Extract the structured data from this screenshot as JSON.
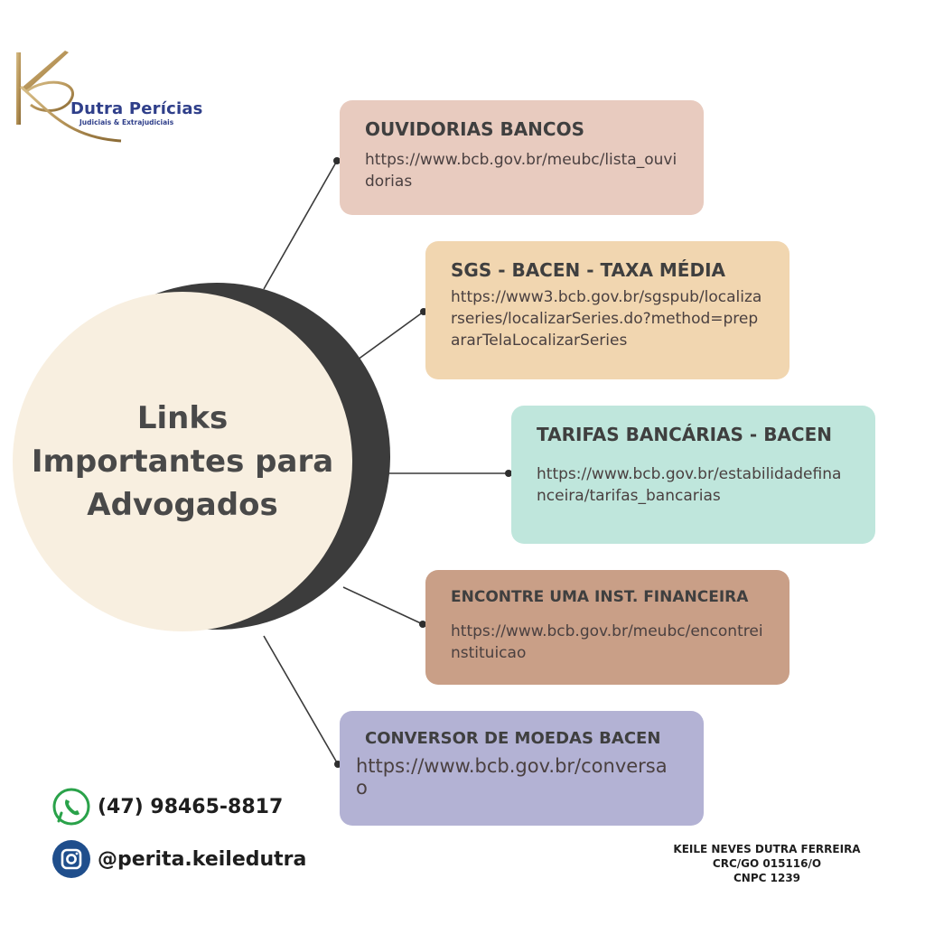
{
  "logo": {
    "name": "Dutra Perícias",
    "tagline": "Judiciais & Extrajudiciais",
    "icon": "kd-monogram-logo",
    "gold": "#b8965a"
  },
  "main": {
    "title": "Links Importantes para Advogados",
    "circle_color": "#f8efe0",
    "crescent_color": "#3c3c3c"
  },
  "links": [
    {
      "title": "OUVIDORIAS BANCOS",
      "url": "https://www.bcb.gov.br/meubc/lista_ouvidorias",
      "color": "#e8cbbf"
    },
    {
      "title": "SGS - BACEN - TAXA MÉDIA",
      "url": "https://www3.bcb.gov.br/sgspub/localizarseries/localizarSeries.do?method=prepararTelaLocalizarSeries",
      "color": "#f1d6b0"
    },
    {
      "title": "TARIFAS BANCÁRIAS - BACEN",
      "url": "https://www.bcb.gov.br/estabilidadefinanceira/tarifas_bancarias",
      "color": "#bfe6dc"
    },
    {
      "title": "ENCONTRE UMA INST. FINANCEIRA",
      "url": "https://www.bcb.gov.br/meubc/encontreinstituicao",
      "color": "#c99f87"
    },
    {
      "title": "CONVERSOR DE MOEDAS BACEN",
      "url": "https://www.bcb.gov.br/conversao",
      "color": "#b3b2d4"
    }
  ],
  "contact": {
    "phone": "(47) 98465-8817",
    "phone_icon": "whatsapp-icon",
    "instagram": "@perita.keiledutra",
    "instagram_icon": "instagram-icon"
  },
  "credentials": {
    "name": "KEILE NEVES DUTRA FERREIRA",
    "crc": "CRC/GO 015116/O",
    "cnpc": "CNPC 1239"
  }
}
